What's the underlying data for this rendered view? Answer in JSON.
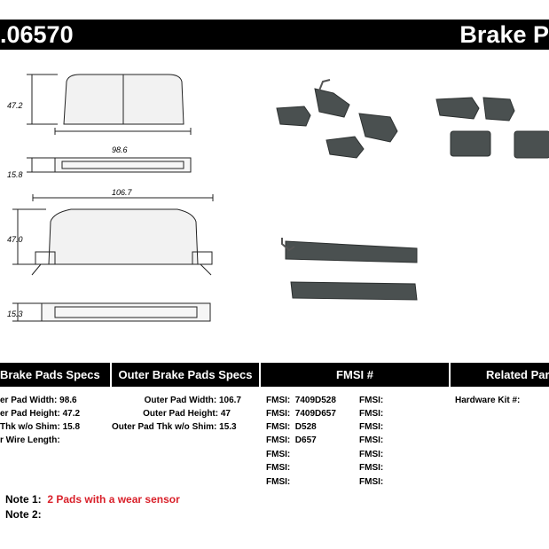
{
  "header": {
    "part_number": ".06570",
    "title": "Brake P"
  },
  "dimensions": {
    "top_height": "47.2",
    "top_width": "98.6",
    "top_thk": "15.8",
    "bottom_width": "106.7",
    "bottom_height": "47.0",
    "bottom_thk": "15.3"
  },
  "columns": {
    "inner": "Brake Pads Specs",
    "outer": "Outer Brake Pads Specs",
    "fmsi": "FMSI #",
    "related": "Related Par"
  },
  "inner_specs": [
    {
      "label": "er Pad Width:",
      "value": "98.6"
    },
    {
      "label": "er Pad Height:",
      "value": "47.2"
    },
    {
      "label": "Thk w/o Shim:",
      "value": "15.8"
    },
    {
      "label": "r Wire Length:",
      "value": ""
    }
  ],
  "outer_specs": [
    {
      "label": "Outer Pad Width:",
      "value": "106.7"
    },
    {
      "label": "Outer Pad Height:",
      "value": "47"
    },
    {
      "label": "Outer Pad Thk w/o Shim:",
      "value": "15.3"
    }
  ],
  "fmsi_left": [
    {
      "label": "FMSI:",
      "value": "7409D528"
    },
    {
      "label": "FMSI:",
      "value": "7409D657"
    },
    {
      "label": "FMSI:",
      "value": "D528"
    },
    {
      "label": "FMSI:",
      "value": "D657"
    },
    {
      "label": "FMSI:",
      "value": ""
    },
    {
      "label": "FMSI:",
      "value": ""
    },
    {
      "label": "FMSI:",
      "value": ""
    }
  ],
  "fmsi_right": [
    {
      "label": "FMSI:"
    },
    {
      "label": "FMSI:"
    },
    {
      "label": "FMSI:"
    },
    {
      "label": "FMSI:"
    },
    {
      "label": "FMSI:"
    },
    {
      "label": "FMSI:"
    },
    {
      "label": "FMSI:"
    }
  ],
  "related": {
    "hardware_label": "Hardware Kit #:"
  },
  "notes": {
    "note1_label": "Note 1:",
    "note1_text": "2 Pads with a wear sensor",
    "note2_label": "Note 2:"
  },
  "colors": {
    "header_bg": "#000000",
    "note_red": "#d9202a",
    "pad_dark": "#4a5050"
  }
}
